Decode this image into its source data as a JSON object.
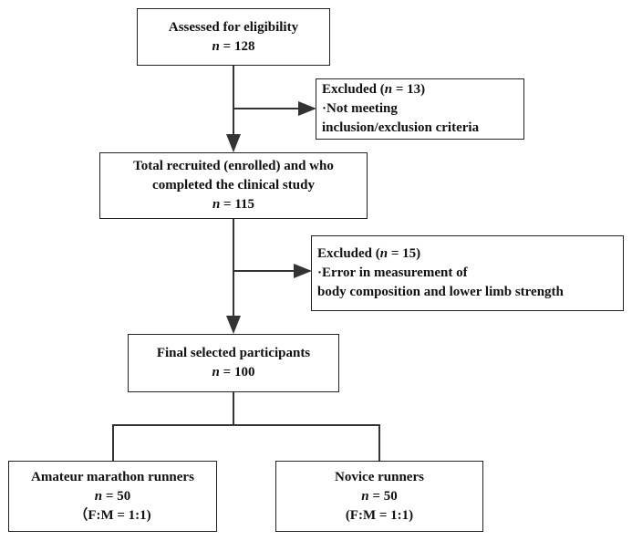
{
  "boxes": {
    "assessed": {
      "title": "Assessed for eligibility",
      "n_label": "n",
      "count": "= 128"
    },
    "excluded1": {
      "title_prefix": "Excluded (",
      "n_label": "n",
      "title_suffix": " = 13)",
      "reason_line1": "·Not meeting",
      "reason_line2": "inclusion/exclusion criteria"
    },
    "recruited": {
      "line1": "Total recruited (enrolled) and who",
      "line2": "completed the clinical study",
      "n_label": "n",
      "count": "= 115"
    },
    "excluded2": {
      "title_prefix": "Excluded (",
      "n_label": "n",
      "title_suffix": " = 15)",
      "reason_line1": "·Error in measurement of",
      "reason_line2": "body composition and lower limb strength"
    },
    "final": {
      "title": "Final selected participants",
      "n_label": "n",
      "count": "= 100"
    },
    "amateur": {
      "title": "Amateur marathon runners",
      "n_label": "n",
      "count": "= 50",
      "ratio": "（F:M = 1:1)"
    },
    "novice": {
      "title": "Novice runners",
      "n_label": "n",
      "count": "= 50",
      "ratio": "(F:M = 1:1)"
    }
  }
}
